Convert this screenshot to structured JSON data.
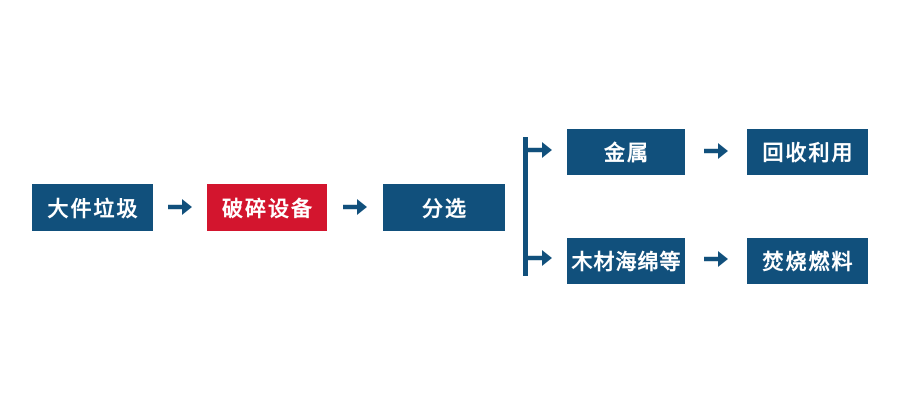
{
  "diagram": {
    "colors": {
      "node_blue": "#11507c",
      "node_red": "#d3152e",
      "arrow": "#11507c",
      "text": "#ffffff",
      "background": "#ffffff"
    },
    "nodes": {
      "bulky_waste": {
        "label": "大件垃圾",
        "color": "#11507c"
      },
      "crusher": {
        "label": "破碎设备",
        "color": "#d3152e"
      },
      "sorting": {
        "label": "分选",
        "color": "#11507c"
      },
      "metal": {
        "label": "金属",
        "color": "#11507c"
      },
      "recycling": {
        "label": "回收利用",
        "color": "#11507c"
      },
      "wood_sponge": {
        "label": "木材海绵等",
        "color": "#11507c"
      },
      "incineration_fuel": {
        "label": "焚烧燃料",
        "color": "#11507c"
      }
    },
    "edges": [
      {
        "from": "bulky_waste",
        "to": "crusher"
      },
      {
        "from": "crusher",
        "to": "sorting"
      },
      {
        "from": "sorting",
        "to": "metal"
      },
      {
        "from": "sorting",
        "to": "wood_sponge"
      },
      {
        "from": "metal",
        "to": "recycling"
      },
      {
        "from": "wood_sponge",
        "to": "incineration_fuel"
      }
    ]
  }
}
